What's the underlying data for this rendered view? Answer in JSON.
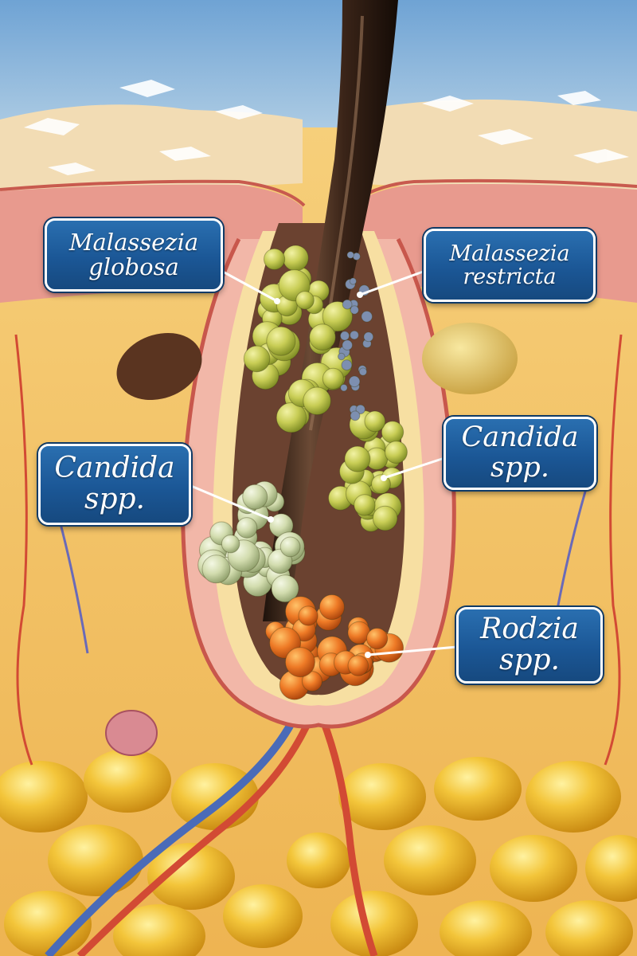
{
  "labels": {
    "malassezia_globosa": [
      "Malassezia",
      "globosa"
    ],
    "malassezia_restricta": [
      "Malassezia",
      "restricta"
    ],
    "candida_left": [
      "Candida",
      "spp."
    ],
    "candida_right": [
      "Candida",
      "spp."
    ],
    "rodzia": [
      "Rodzia",
      "spp."
    ]
  },
  "colors": {
    "sky": "#8fb8dc",
    "skin_pink": "#e89a8e",
    "dermis_yellow": "#f2c266",
    "hair_shaft": "#3a2418",
    "label_blue": "#1b5796",
    "microbe_green": "#c9cf5a",
    "microbe_pale": "#d8e0b4",
    "microbe_orange": "#e56b1f"
  }
}
